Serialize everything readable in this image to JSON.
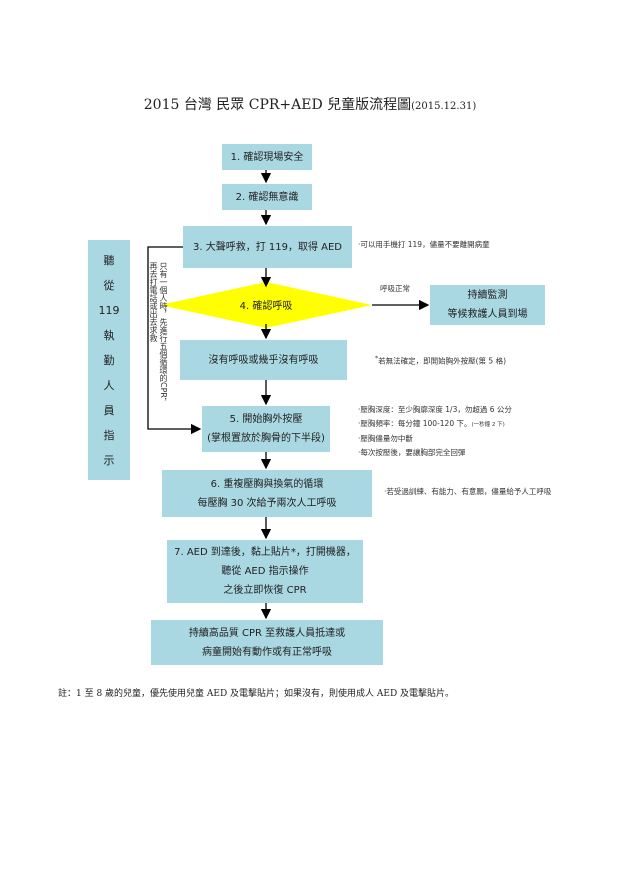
{
  "title": {
    "main": "2015 台灣  民眾  CPR+AED 兒童版流程圖",
    "date": "(2015.12.31)"
  },
  "steps": {
    "s1": "1. 確認現場安全",
    "s2": "2. 確認無意識",
    "s3": "3. 大聲呼救，打 119，取得 AED",
    "s4": "4. 確認呼吸",
    "no_breath": "沒有呼吸或幾乎沒有呼吸",
    "s5_line1": "5. 開始胸外按壓",
    "s5_line2": "(掌根置放於胸骨的下半段)",
    "s6_line1": "6. 重複壓胸與換氣的循環",
    "s6_line2": "每壓胸 30 次給予兩次人工呼吸",
    "s7_line1": "7. AED 到達後，黏上貼片*，打開機器，",
    "s7_line2": "聽從 AED 指示操作",
    "s7_line3": "之後立即恢復 CPR",
    "s8_line1": "持續高品質 CPR 至救護人員抵達或",
    "s8_line2": "病童開始有動作或有正常呼吸",
    "monitor_line1": "持續監測",
    "monitor_line2": "等候救護人員到場"
  },
  "left_box": [
    "聽",
    "從",
    "119",
    "執",
    "勤",
    "人",
    "員",
    "指",
    "示"
  ],
  "branch_label": "呼吸正常",
  "loop_text": {
    "line1": "只有一個人時，先進行五個循環的CPR，",
    "line2": "再去打電話或出去求救"
  },
  "notes": {
    "phone": "‧可以用手機打 119，儘量不要離開病童",
    "uncertain": "若無法確定，即開始胸外按壓(第 5 格)",
    "compress": [
      "‧壓胸深度：至少胸廓深度 1/3，勿超過 6 公分",
      "‧壓胸頻率：每分鐘 100-120 下。",
      "‧壓胸儘量勿中斷",
      "‧每次按壓後，要讓胸部完全回彈"
    ],
    "rate_hint": "(一秒鐘 2 下)",
    "breath": "‧若受過訓練、有能力、有意願，儘量給予人工呼吸"
  },
  "footnote": "註：1 至 8 歲的兒童，優先使用兒童 AED 及電擊貼片；如果沒有，則使用成人 AED 及電擊貼片。",
  "colors": {
    "box": "#a9d7e2",
    "diamond": "#ffff00"
  }
}
